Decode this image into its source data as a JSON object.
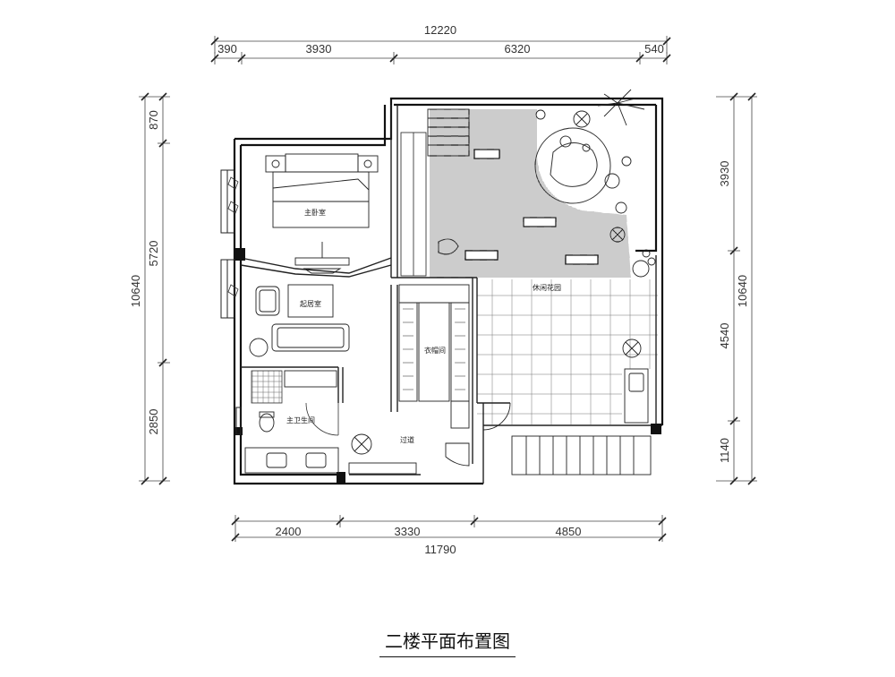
{
  "title": "二楼平面布置图",
  "dimensions": {
    "top_total": "12220",
    "top_segments": [
      "390",
      "3930",
      "6320",
      "540"
    ],
    "bottom_total": "11790",
    "bottom_segments": [
      "2400",
      "3330",
      "4850"
    ],
    "left_total": "10640",
    "left_segments": [
      "870",
      "5720",
      "2850"
    ],
    "right_total": "10640",
    "right_segments": [
      "3930",
      "4540",
      "1140"
    ]
  },
  "rooms": {
    "master_bedroom": "主卧室",
    "living_room": "起居室",
    "closet": "衣帽间",
    "master_bath": "主卫生间",
    "corridor": "过道",
    "leisure_garden": "休闲花园"
  }
}
